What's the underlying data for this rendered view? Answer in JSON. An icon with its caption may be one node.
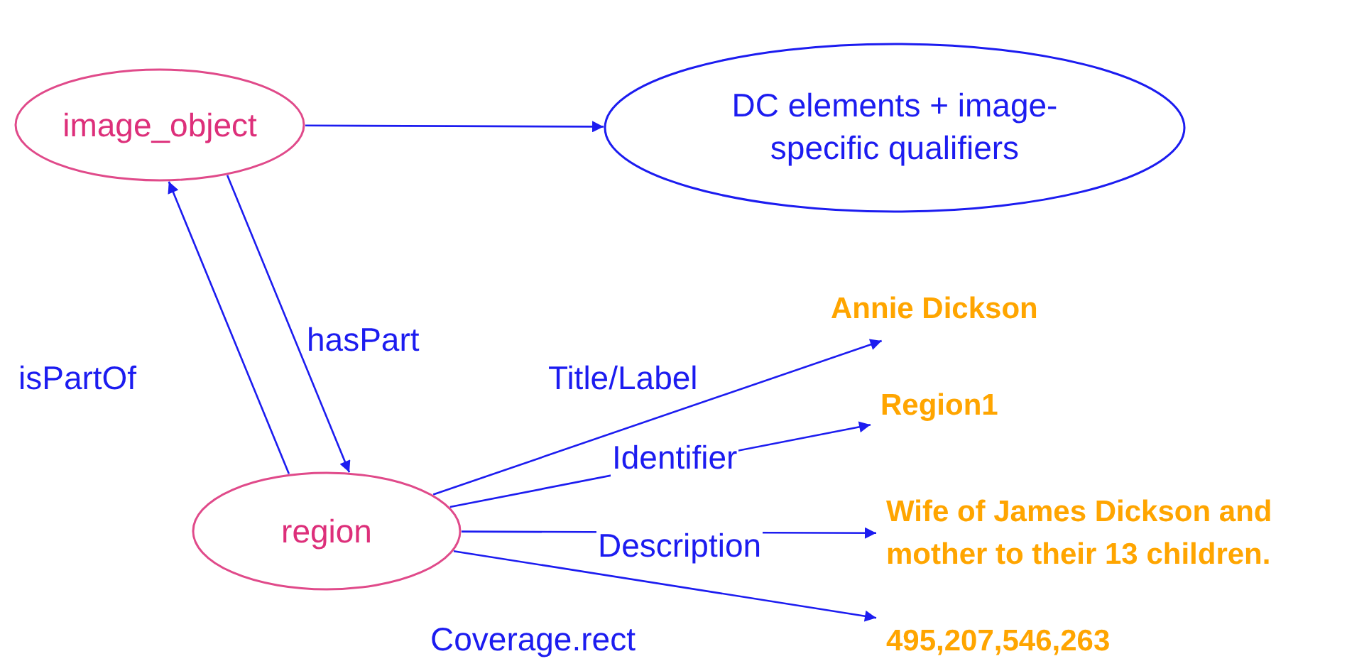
{
  "diagram": {
    "nodes": [
      {
        "text": [
          "image_object"
        ]
      },
      {
        "text": [
          "DC elements + image-specific qualifiers"
        ]
      },
      {
        "text": [
          "region"
        ]
      },
      {
        "text": [
          "Annie Dickson"
        ]
      },
      {
        "text": [
          "Region1"
        ]
      },
      {
        "text": [
          "Wife of James Dickson and mother to their 13 children."
        ]
      },
      {
        "text": [
          "495,207,546,263"
        ]
      }
    ],
    "edges": [
      {
        "from": 0,
        "to": 1,
        "arrow": "to"
      },
      {
        "from": 2,
        "to": 0,
        "arrow": "to",
        "label": "isPartOf"
      },
      {
        "from": 0,
        "to": 2,
        "arrow": "to",
        "label": "hasPart"
      },
      {
        "from": 2,
        "to": 3,
        "arrow": "to",
        "label": "Title/Label"
      },
      {
        "from": 2,
        "to": 4,
        "arrow": "to",
        "label": "Identifier"
      },
      {
        "from": 2,
        "to": 5,
        "arrow": "to",
        "label": "Description"
      },
      {
        "from": 2,
        "to": 6,
        "arrow": "to",
        "label": "Coverage.rect"
      }
    ]
  }
}
